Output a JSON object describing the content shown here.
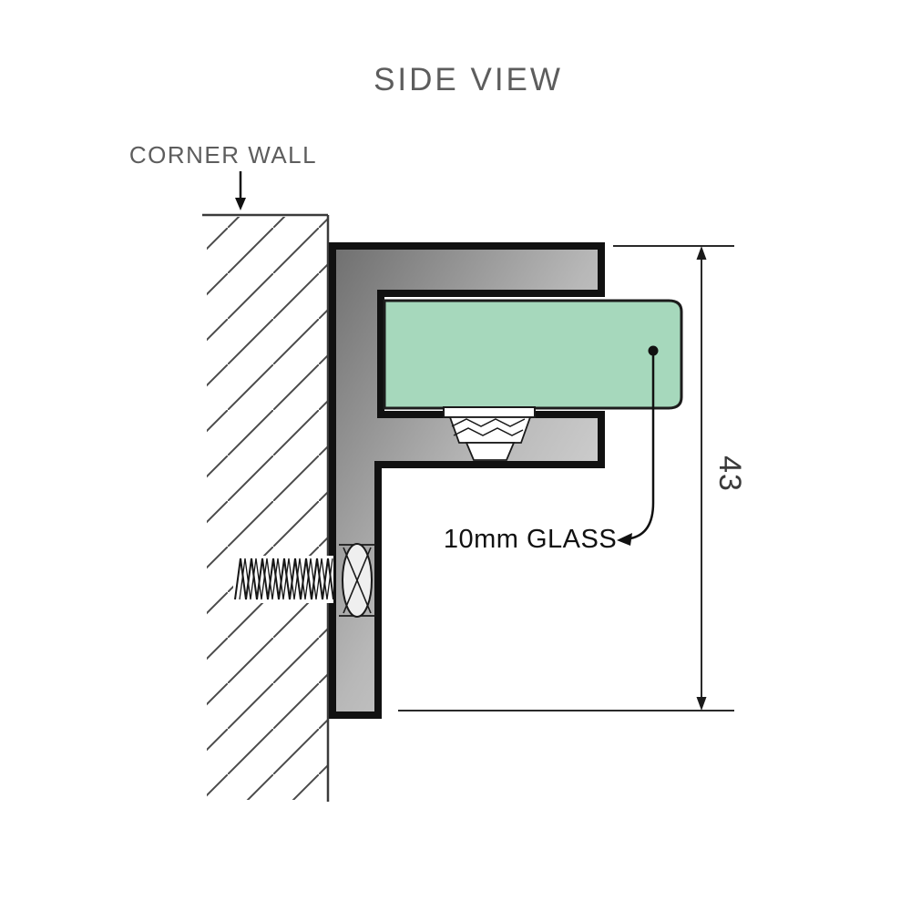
{
  "title": "SIDE VIEW",
  "labels": {
    "corner_wall": "CORNER WALL",
    "glass": "10mm GLASS",
    "dimension": "43"
  },
  "colors": {
    "glass_fill": "#a6d8bc",
    "metal_dark": "#6f6f6f",
    "metal_mid": "#b8b8b8",
    "metal_light": "#e3e3e3",
    "outline": "#111111",
    "label_gray": "#5d5d5d",
    "dim_text": "#3a3a3a"
  }
}
